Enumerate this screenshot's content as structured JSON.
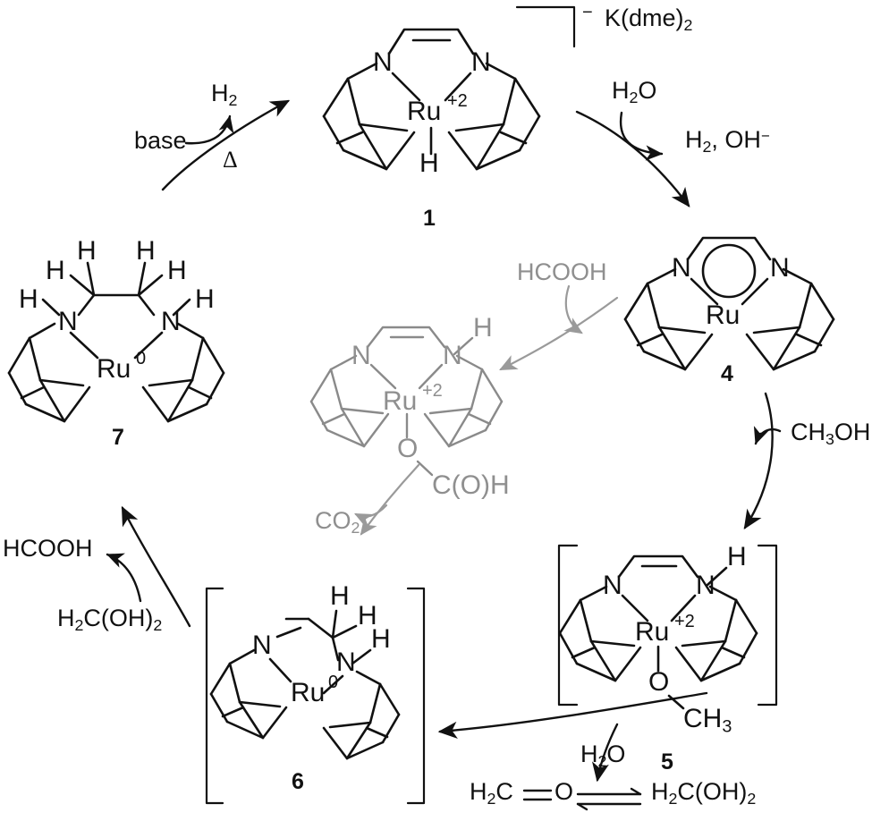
{
  "figure": {
    "type": "reaction-scheme",
    "title": "Catalytic cycle for Ru-diimine/COD complexes in methanol dehydrogenation",
    "colors": {
      "line": "#111111",
      "gray": "#8a8a8a",
      "background": "#ffffff"
    }
  },
  "structures": [
    {
      "id": "struct-1",
      "label": "1",
      "metal": "Ru",
      "oxidation": "+2",
      "ligand_atoms": [
        "N",
        "N"
      ],
      "axial_ligand": "H",
      "charge_bracket": "−",
      "counter_ion": "K(dme)",
      "counter_ion_sub": "2",
      "backbone": "diimine-ene",
      "color": "#111111"
    },
    {
      "id": "struct-4",
      "label": "4",
      "metal": "Ru",
      "oxidation": "",
      "ligand_atoms": [
        "N",
        "N"
      ],
      "axial_ligand": "",
      "backbone": "aromatic-delocalized",
      "color": "#111111"
    },
    {
      "id": "struct-5",
      "label": "5",
      "metal": "Ru",
      "oxidation": "+2",
      "ligand_atoms": [
        "N",
        "N"
      ],
      "nh_label": "H",
      "axial_ligand": "O",
      "axial_ligand2": "CH",
      "axial_ligand2_sub": "3",
      "bracketed": true,
      "color": "#111111"
    },
    {
      "id": "struct-6",
      "label": "6",
      "metal": "Ru",
      "oxidation": "0",
      "ligand_atoms": [
        "N",
        "N"
      ],
      "ch2_labels": [
        "H",
        "H"
      ],
      "nh_label": "H",
      "bracketed": true,
      "color": "#111111"
    },
    {
      "id": "struct-7",
      "label": "7",
      "metal": "Ru",
      "oxidation": "0",
      "ligand_atoms": [
        "N",
        "N"
      ],
      "h_labels": [
        "H",
        "H",
        "H",
        "H",
        "H",
        "H"
      ],
      "color": "#111111"
    },
    {
      "id": "struct-formate",
      "label": "",
      "metal": "Ru",
      "oxidation": "+2",
      "ligand_atoms": [
        "N",
        "N"
      ],
      "nh_label": "H",
      "axial_ligand": "O",
      "axial_ligand2": "C(O)H",
      "color": "#8a8a8a"
    }
  ],
  "reagents": {
    "base": "base",
    "delta": "Δ",
    "h2": {
      "text": "H",
      "sub": "2"
    },
    "water_top": {
      "text": "H",
      "sub": "2",
      "tail": "O"
    },
    "h2_oh": {
      "a": "H",
      "a_sub": "2",
      "mid": ", OH",
      "sup": "−"
    },
    "methanol": {
      "text": "CH",
      "sub": "3",
      "tail": "OH"
    },
    "formic_acid_gray": "HCOOH",
    "co2": {
      "text": "CO",
      "sub": "2"
    },
    "formic_acid": "HCOOH",
    "methanediol_left": {
      "text": "H",
      "sub": "2",
      "tail": "C(OH)",
      "sub2": "2"
    },
    "formaldehyde": {
      "text": "H",
      "sub": "2",
      "tail": "C"
    },
    "formaldehyde_o": "O",
    "water_bottom": {
      "text": "H",
      "sub": "2",
      "tail": "O"
    },
    "methanediol_right": {
      "text": "H",
      "sub": "2",
      "tail": "C(OH)",
      "sub2": "2"
    }
  },
  "atoms": {
    "N": "N",
    "Ru": "Ru",
    "H": "H",
    "O": "O",
    "CH3": {
      "text": "CH",
      "sub": "3"
    },
    "COH": "C(O)H",
    "plus2": "+2",
    "zero": "0"
  },
  "labels": {
    "s1": "1",
    "s4": "4",
    "s5": "5",
    "s6": "6",
    "s7": "7"
  },
  "icons": {
    "arrow-curved": "reaction-arrow",
    "equilibrium": "equilibrium-arrows",
    "bracket": "square-bracket",
    "aromatic-circle": "delocalization-circle"
  }
}
